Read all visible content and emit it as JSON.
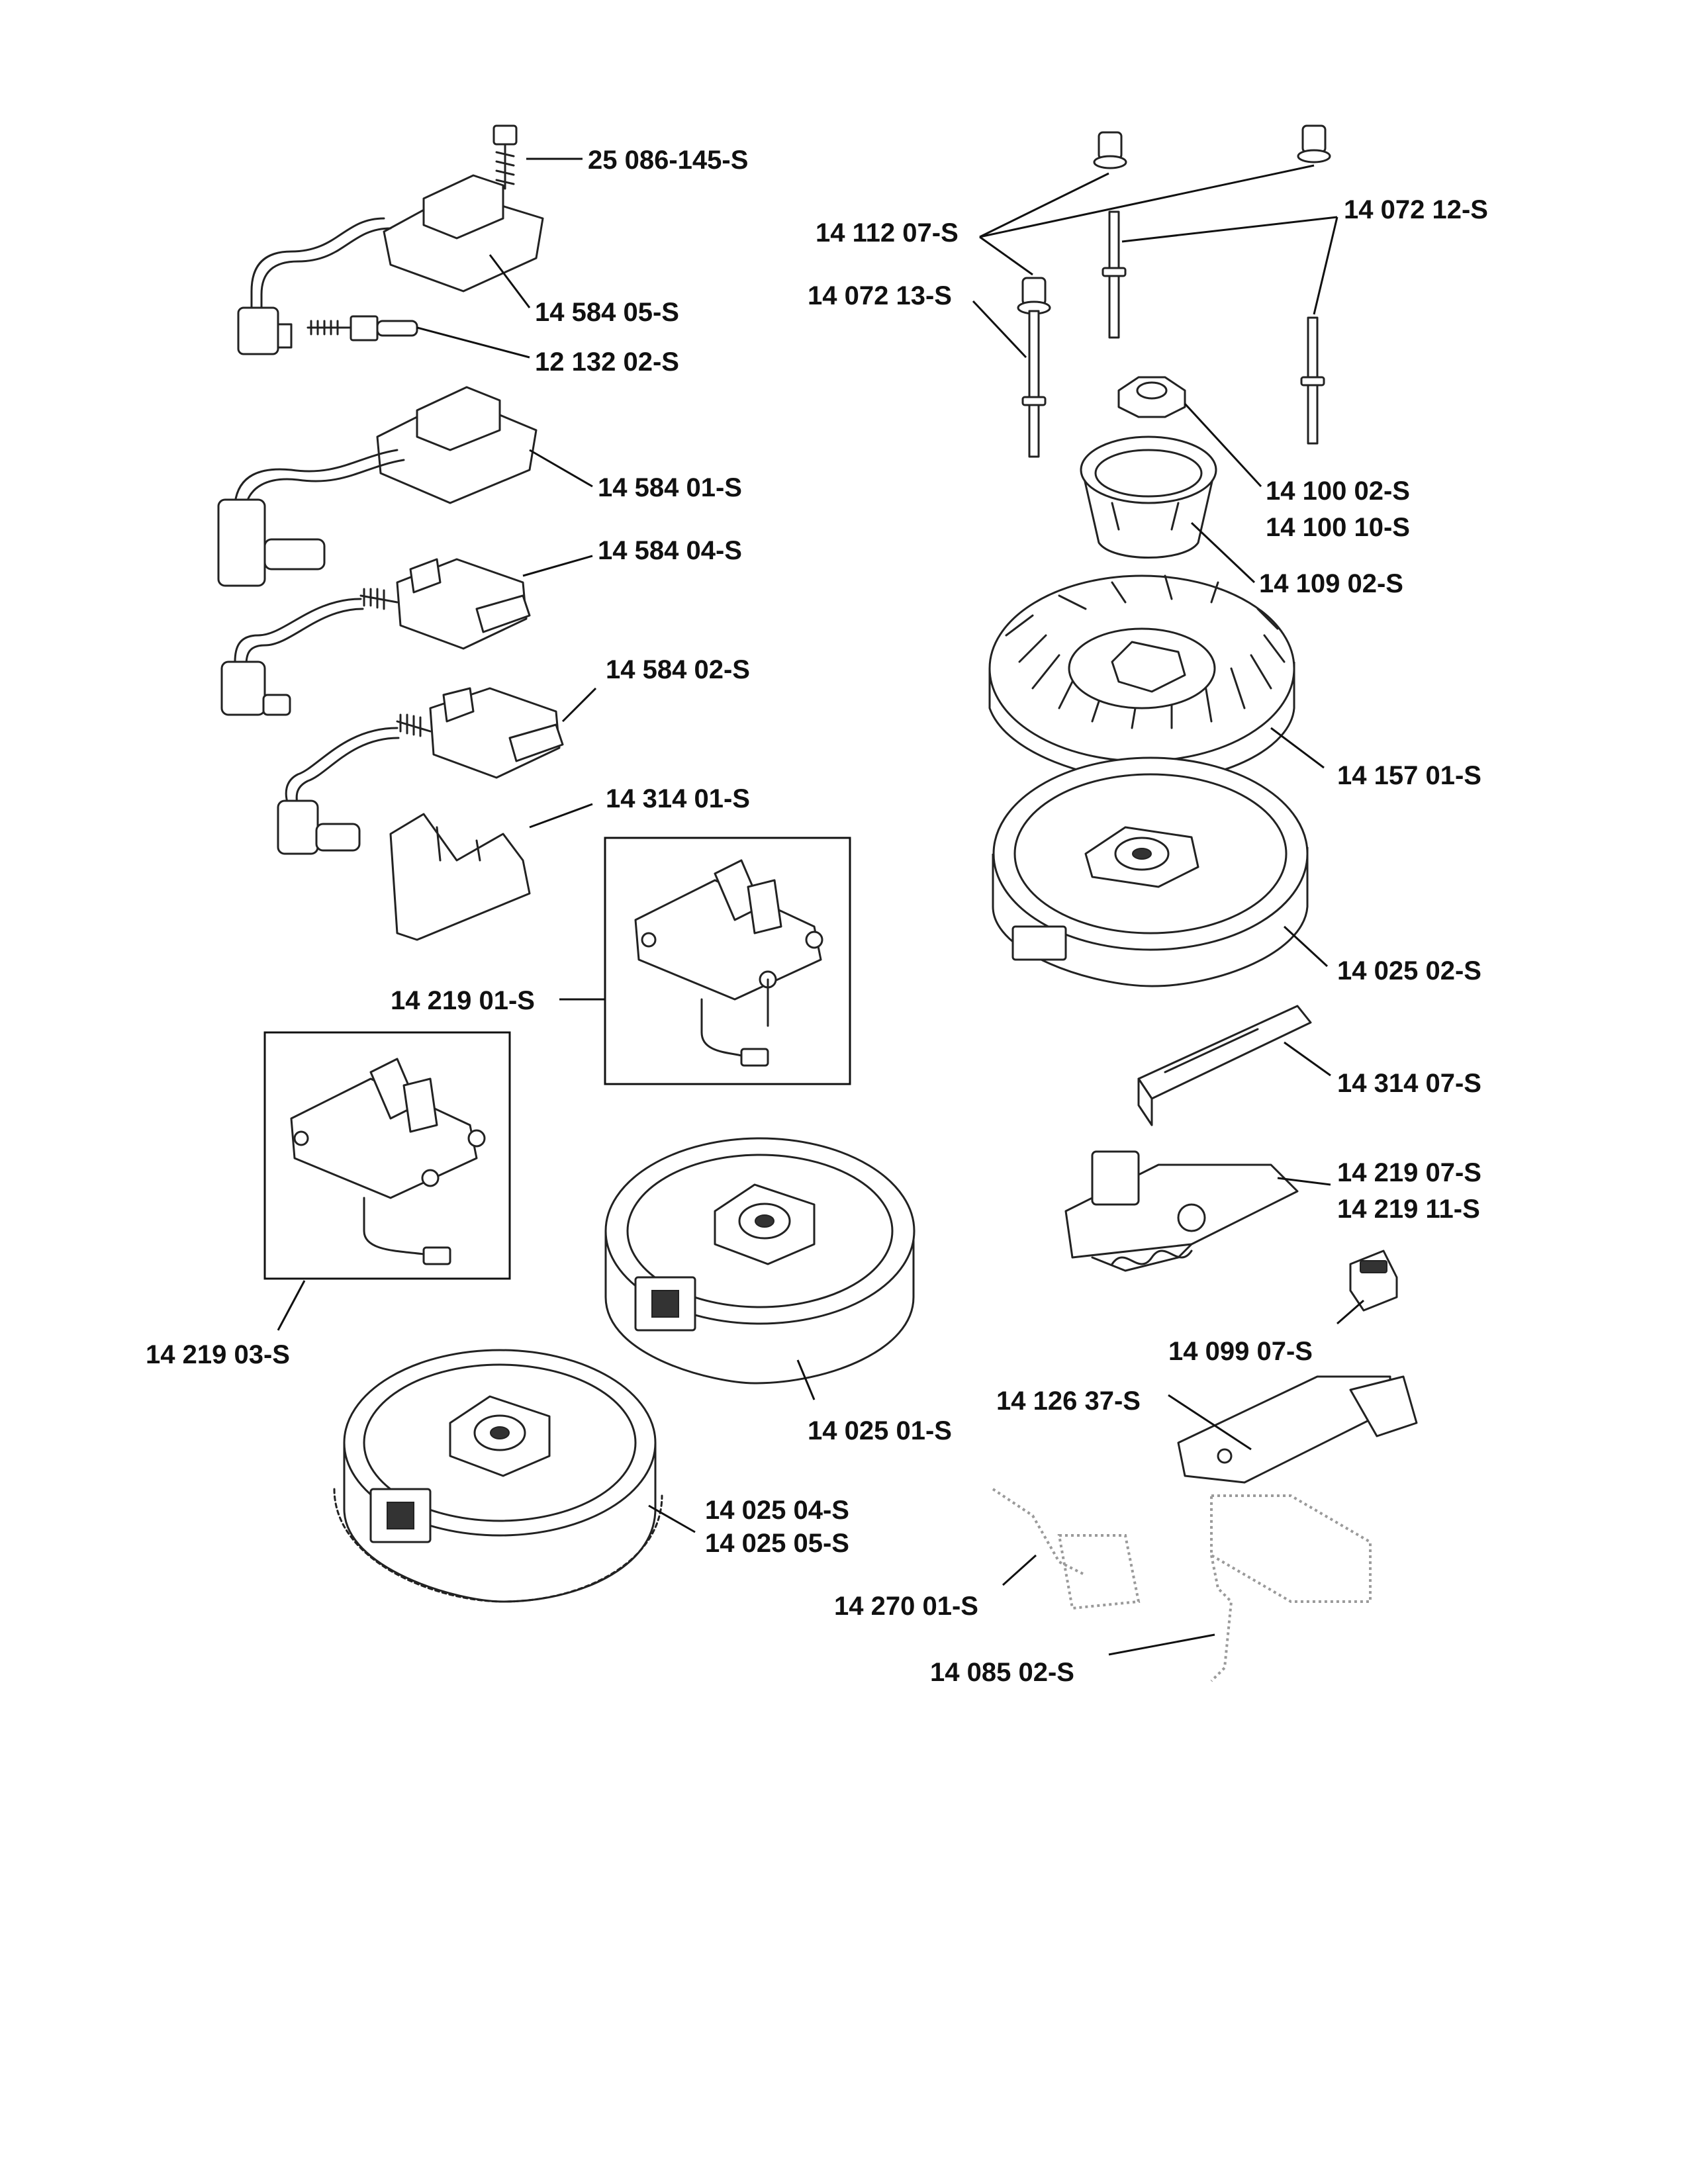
{
  "parts": [
    {
      "id": "p1",
      "label": "25 086-145-S"
    },
    {
      "id": "p2",
      "label": "14 584 05-S"
    },
    {
      "id": "p3",
      "label": "12 132 02-S"
    },
    {
      "id": "p4",
      "label": "14 584 01-S"
    },
    {
      "id": "p5",
      "label": "14 584 04-S"
    },
    {
      "id": "p6",
      "label": "14 584 02-S"
    },
    {
      "id": "p7",
      "label": "14 314 01-S"
    },
    {
      "id": "p8",
      "label": "14 219 01-S"
    },
    {
      "id": "p9",
      "label": "14 219 03-S"
    },
    {
      "id": "p10",
      "label": "14 025 01-S"
    },
    {
      "id": "p11",
      "label": "14 025 04-S"
    },
    {
      "id": "p12",
      "label": "14 025 05-S"
    },
    {
      "id": "p13",
      "label": "14 112 07-S"
    },
    {
      "id": "p14",
      "label": "14 072 12-S"
    },
    {
      "id": "p15",
      "label": "14 072 13-S"
    },
    {
      "id": "p16",
      "label": "14 100 02-S"
    },
    {
      "id": "p17",
      "label": "14 100 10-S"
    },
    {
      "id": "p18",
      "label": "14 109 02-S"
    },
    {
      "id": "p19",
      "label": "14 157 01-S"
    },
    {
      "id": "p20",
      "label": "14 025 02-S"
    },
    {
      "id": "p21",
      "label": "14 314 07-S"
    },
    {
      "id": "p22",
      "label": "14 219 07-S"
    },
    {
      "id": "p23",
      "label": "14 219 11-S"
    },
    {
      "id": "p24",
      "label": "14 099 07-S"
    },
    {
      "id": "p25",
      "label": "14 126 37-S"
    },
    {
      "id": "p26",
      "label": "14 270 01-S"
    },
    {
      "id": "p27",
      "label": "14 085 02-S"
    }
  ]
}
